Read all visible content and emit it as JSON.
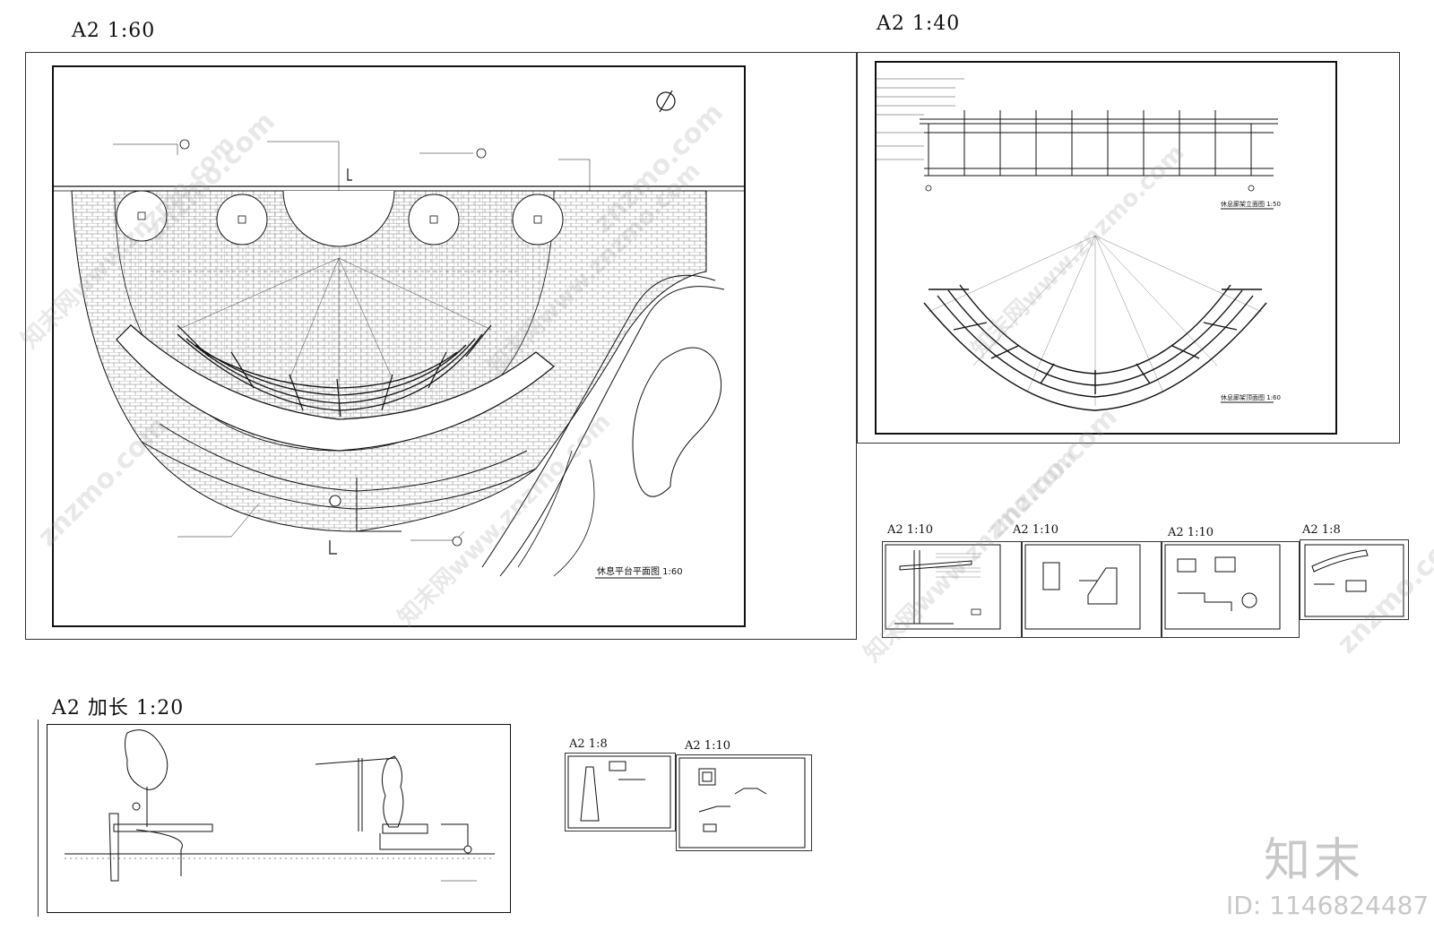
{
  "sheets": {
    "main_plan": {
      "label": "A2  1:60",
      "title": "休息平台平面图 1:60"
    },
    "elevation": {
      "label": "A2  1:40",
      "title_elev": "休息廊架立面图 1:50",
      "title_top": "休息廊架顶面图 1:60"
    },
    "extended": {
      "label": "A2 加长 1:20"
    },
    "detail1": {
      "label": "A2  1:10"
    },
    "detail2": {
      "label": "A2  1:10"
    },
    "detail3": {
      "label": "A2  1:10"
    },
    "detail4": {
      "label": "A2  1:8"
    },
    "detail5": {
      "label": "A2  1:8"
    },
    "detail6": {
      "label": "A2  1:10"
    }
  },
  "watermark": {
    "text": "znzmo.com",
    "text_cn": "知末网www.znzmo.com"
  },
  "brand": {
    "logo": "知末",
    "id": "ID: 1146824487"
  },
  "colors": {
    "line": "#111111",
    "background": "#ffffff",
    "watermark": "#c8c8c8"
  }
}
